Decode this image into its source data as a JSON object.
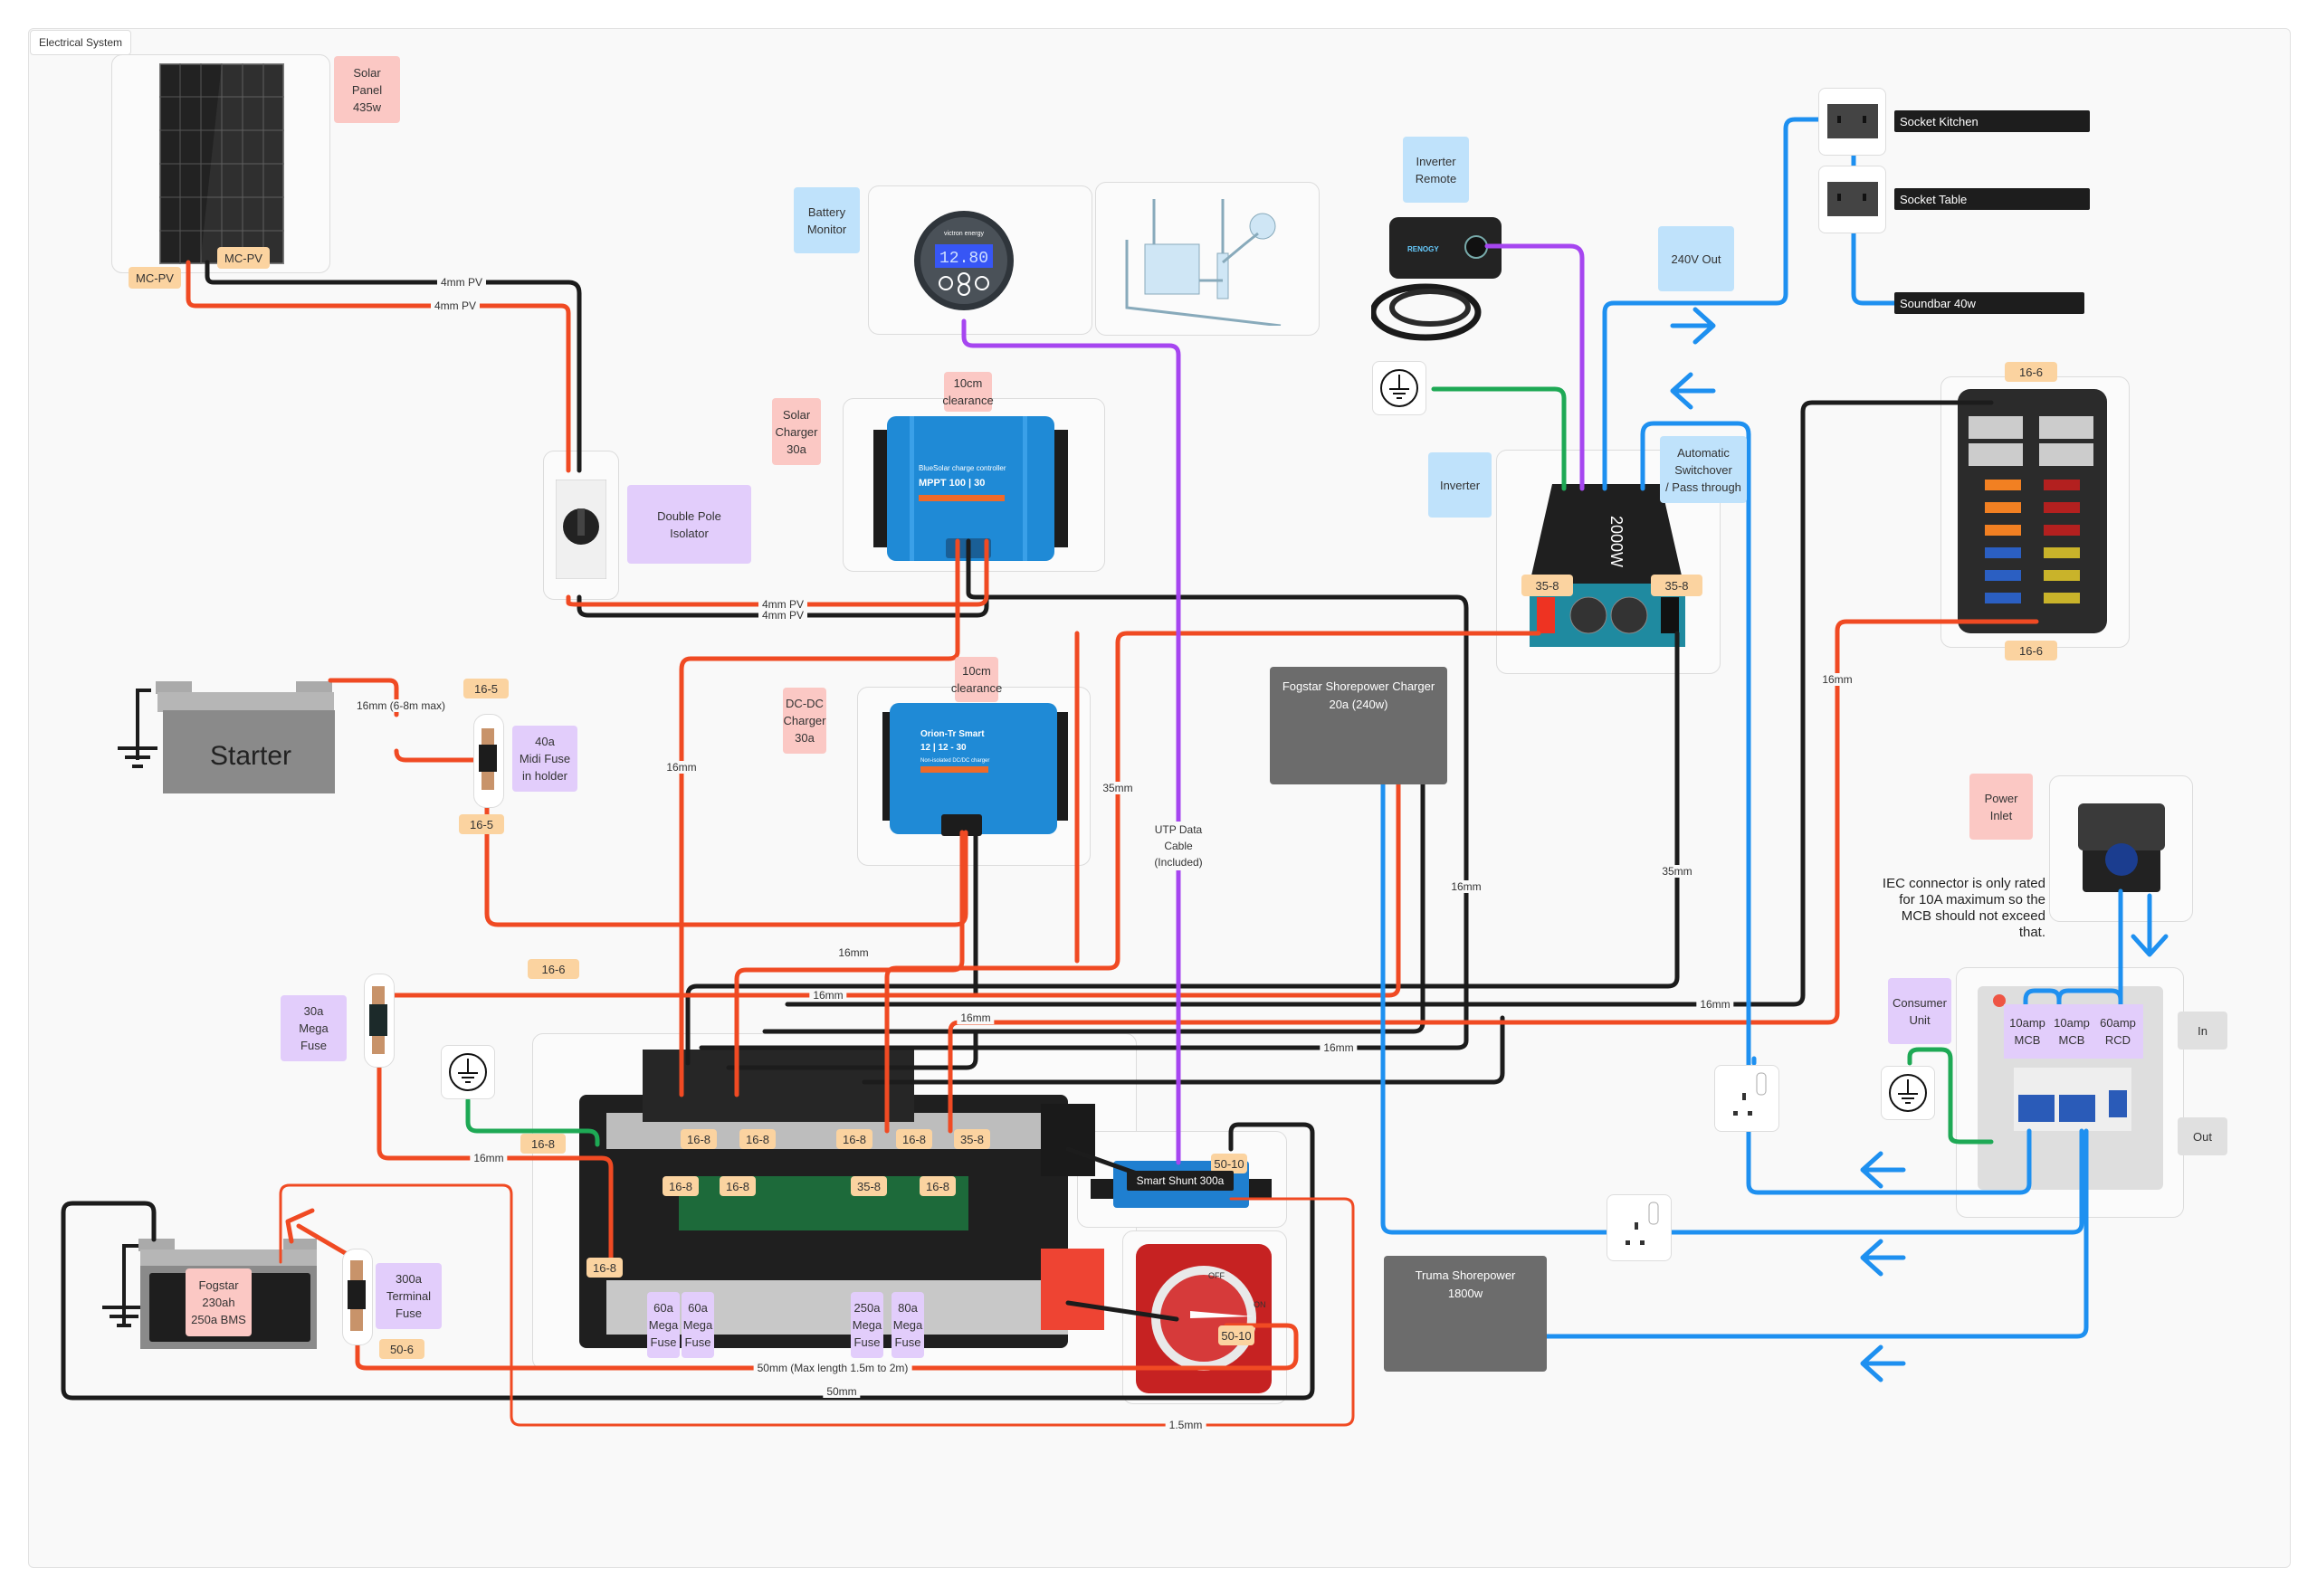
{
  "frame": {
    "title": "Electrical System"
  },
  "components": {
    "solar_panel": {
      "label": "Solar\nPanel\n435w",
      "connector_a": "MC-PV",
      "connector_b": "MC-PV"
    },
    "battery_monitor": {
      "label": "Battery\nMonitor",
      "display_value": "12.80",
      "brand": "victron energy"
    },
    "isolator": {
      "label": "Double Pole\nIsolator"
    },
    "solar_charger": {
      "label": "Solar\nCharger\n30a",
      "clearance": "10cm\nclearance",
      "product_line1": "BlueSolar charge controller",
      "product_line2": "MPPT 100 | 30"
    },
    "dcdc_charger": {
      "label": "DC-DC\nCharger\n30a",
      "clearance": "10cm\nclearance",
      "product_line1": "Orion-Tr Smart",
      "product_line2": "12 | 12 - 30",
      "product_line3": "Non-isolated DC/DC charger"
    },
    "starter_battery": {
      "label": "Starter"
    },
    "midi_fuse": {
      "label": "40a\nMidi Fuse\nin holder",
      "lug_top": "16-5",
      "lug_bottom": "16-5"
    },
    "mega_fuse_30": {
      "label": "30a\nMega\nFuse",
      "lug": "16-6"
    },
    "leisure_battery": {
      "label": "Fogstar\n230ah\n250a BMS"
    },
    "terminal_fuse": {
      "label": "300a\nTerminal\nFuse",
      "lug": "50-6"
    },
    "busbar": {
      "lugs_top": [
        "16-8",
        "16-8",
        "16-8",
        "16-8",
        "35-8"
      ],
      "lugs_mid": [
        "16-8",
        "16-8",
        "35-8",
        "16-8"
      ],
      "lug_left": "16-8",
      "lug_left_low": "16-8",
      "fuses": [
        "60a\nMega\nFuse",
        "60a\nMega\nFuse",
        "250a\nMega\nFuse",
        "80a\nMega\nFuse"
      ]
    },
    "smart_shunt": {
      "label": "Smart Shunt 300a",
      "lug": "50-10"
    },
    "battery_switch": {
      "lug": "50-10",
      "off": "OFF",
      "on": "ON"
    },
    "inverter_remote": {
      "label": "Inverter\nRemote",
      "brand": "RENOGY"
    },
    "inverter": {
      "label": "Inverter",
      "rating": "2000W",
      "lug_left": "35-8",
      "lug_right": "35-8",
      "switchover": "Automatic\nSwitchover\n/ Pass through",
      "out_label": "240V Out"
    },
    "sockets": [
      {
        "label": "Socket Kitchen"
      },
      {
        "label": "Socket Table"
      },
      {
        "label": "Soundbar 40w"
      }
    ],
    "fuse_box": {
      "lug_top": "16-6",
      "lug_bottom": "16-6"
    },
    "shore_charger": {
      "label": "Fogstar Shorepower Charger\n20a (240w)"
    },
    "power_inlet": {
      "label": "Power\nInlet",
      "note": "IEC connector is only rated\nfor 10A maximum so the\nMCB should not exceed\nthat."
    },
    "consumer_unit": {
      "label": "Consumer\nUnit",
      "breakers": [
        "10amp\nMCB",
        "10amp\nMCB",
        "60amp\nRCD"
      ],
      "in_label": "In",
      "out_label": "Out"
    },
    "truma": {
      "label": "Truma Shorepower\n1800w"
    }
  },
  "wire_labels": {
    "pv_black_top": "4mm PV",
    "pv_red_top": "4mm PV",
    "pv_red_bottom": "4mm PV",
    "pv_black_bottom": "4mm PV",
    "starter_cable": "16mm (6-8m max)",
    "solar_out": "16mm",
    "dcdc_a": "16mm",
    "dcdc_b": "16mm",
    "dcdc_c": "16mm",
    "inverter_pos": "35mm",
    "inverter_neg": "35mm",
    "utp": "UTP Data\nCable\n(Included)",
    "shore_neg": "16mm",
    "shore_pos": "16mm",
    "fusebox_pos": "16mm",
    "fusebox_neg": "16mm",
    "bus_neg_a": "16mm",
    "starter_fuse_run": "16mm",
    "battery_pos_main": "50mm (Max length 1.5m to 2m)",
    "battery_neg_main": "50mm",
    "shunt_sense": "1.5mm"
  },
  "colors": {
    "positive": "#f04a23",
    "negative": "#1c1c1c",
    "ac": "#1e90f0",
    "data": "#a646f0",
    "earth": "#1ea955"
  }
}
